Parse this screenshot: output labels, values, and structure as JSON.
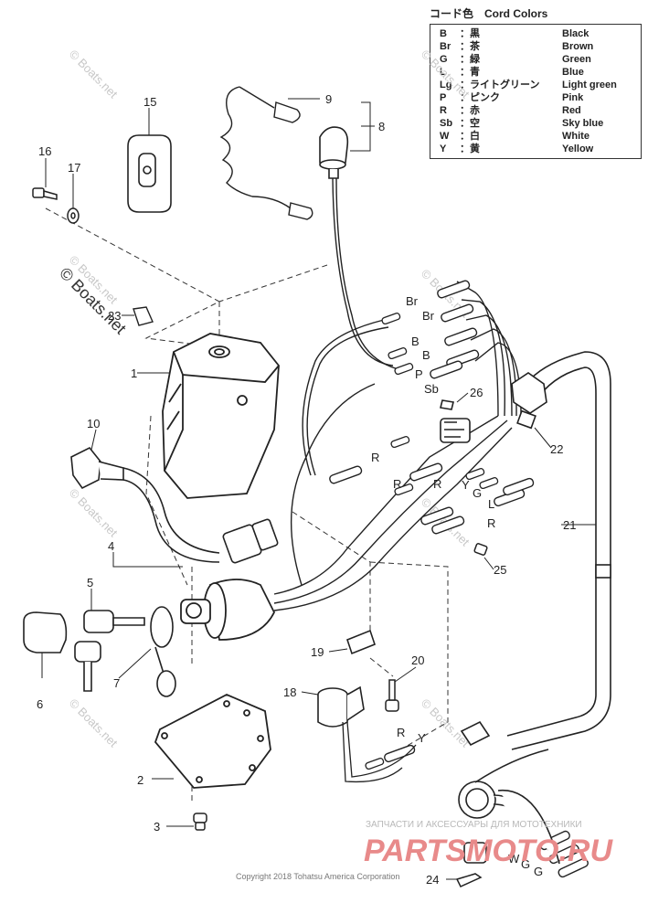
{
  "legend": {
    "title": "コード色　Cord Colors",
    "rows": [
      {
        "code": "B",
        "jp": "：黒",
        "en": "Black"
      },
      {
        "code": "Br",
        "jp": "：茶",
        "en": "Brown"
      },
      {
        "code": "G",
        "jp": "：緑",
        "en": "Green"
      },
      {
        "code": "L",
        "jp": "：青",
        "en": "Blue"
      },
      {
        "code": "Lg",
        "jp": "：ライトグリーン",
        "en": "Light green"
      },
      {
        "code": "P",
        "jp": "：ピンク",
        "en": "Pink"
      },
      {
        "code": "R",
        "jp": "：赤",
        "en": "Red"
      },
      {
        "code": "Sb",
        "jp": "：空",
        "en": "Sky blue"
      },
      {
        "code": "W",
        "jp": "：白",
        "en": "White"
      },
      {
        "code": "Y",
        "jp": "：黄",
        "en": "Yellow"
      }
    ]
  },
  "parts": {
    "p1": "1",
    "p2": "2",
    "p3": "3",
    "p4": "4",
    "p5": "5",
    "p6": "6",
    "p7": "7",
    "p8": "8",
    "p9": "9",
    "p10": "10",
    "p15": "15",
    "p16": "16",
    "p17": "17",
    "p18": "18",
    "p19": "19",
    "p20": "20",
    "p21": "21",
    "p22": "22",
    "p23": "23",
    "p24": "24",
    "p25": "25",
    "p26": "26"
  },
  "wire_codes": {
    "br1": "Br",
    "br2": "Br",
    "b1": "B",
    "b2": "B",
    "p": "P",
    "sb": "Sb",
    "r1": "R",
    "r2": "R",
    "r3": "R",
    "y1": "Y",
    "g1": "G",
    "l1": "L",
    "r4": "R",
    "r5": "R",
    "y2": "Y",
    "w": "W",
    "g2": "G",
    "g3": "G"
  },
  "watermarks": {
    "main": "© Boats.net",
    "faint": "© Boats.net"
  },
  "footer": {
    "copyright": "Copyright 2018 Tohatsu America Corporation",
    "brand_tag": "ЗАПЧАСТИ И АКСЕССУАРЫ ДЛЯ МОТОТЕХНИКИ",
    "brand_name": "PARTSMOTO.RU"
  }
}
